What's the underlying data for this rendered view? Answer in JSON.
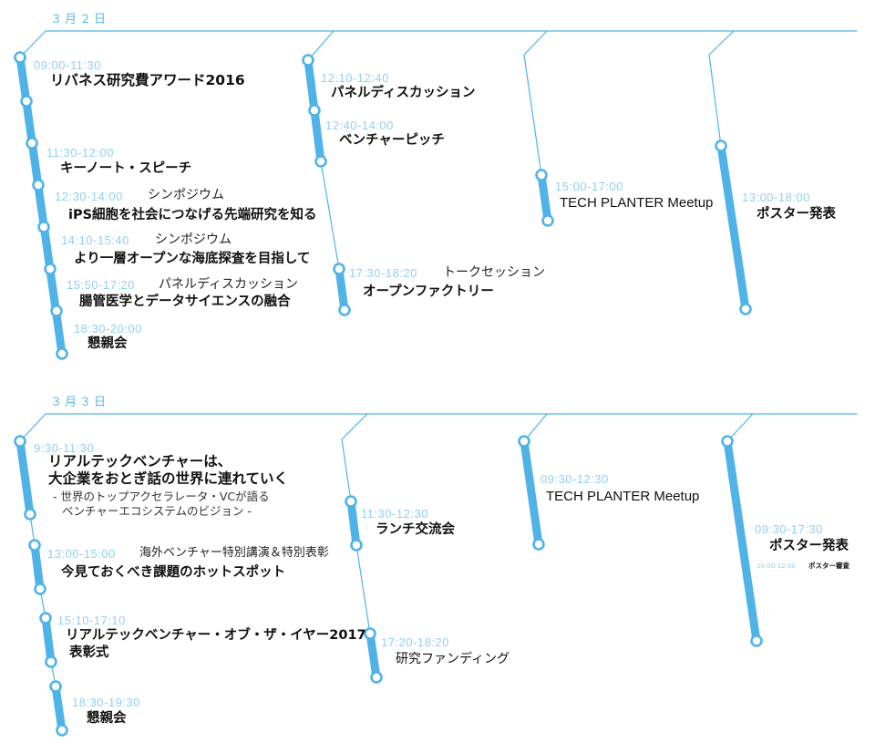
{
  "accent_color": "#4fb3e8",
  "days": [
    {
      "label": "３月２日",
      "events": [
        {
          "time": "09:00-11:30",
          "title": "リバネス研究費アワード2016"
        },
        {
          "time": "11:30-12:00",
          "title": "キーノート・スピーチ"
        },
        {
          "time": "12:30-14:00",
          "category": "シンポジウム",
          "title": "iPS細胞を社会につなげる先端研究を知る"
        },
        {
          "time": "14:10-15:40",
          "category": "シンポジウム",
          "title": "より一層オープンな海底探査を目指して"
        },
        {
          "time": "15:50-17:20",
          "category": "パネルディスカッション",
          "title": "腸管医学とデータサイエンスの融合"
        },
        {
          "time": "18:30-20:00",
          "title": "懇親会"
        },
        {
          "time": "12:10-12:40",
          "title": "パネルディスカッション"
        },
        {
          "time": "12:40-14:00",
          "title": "ベンチャーピッチ"
        },
        {
          "time": "17:30-18:20",
          "category": "トークセッション",
          "title": "オープンファクトリー"
        },
        {
          "time": "15:00-17:00",
          "title": "TECH PLANTER Meetup"
        },
        {
          "time": "13:00-18:00",
          "title": "ポスター発表"
        }
      ]
    },
    {
      "label": "３月３日",
      "events": [
        {
          "time": "9:30-11:30",
          "title_line1": "リアルテックベンチャーは、",
          "title_line2": "大企業をおとぎ話の世界に連れていく",
          "sub_line1": "- 世界のトップアクセラレータ・VCが語る",
          "sub_line2": "ベンチャーエコシステムのビジョン -"
        },
        {
          "time": "13:00-15:00",
          "category": "海外ベンチャー特別講演＆特別表彰",
          "title": "今見ておくべき課題のホットスポット"
        },
        {
          "time": "15:10-17:10",
          "title_line1": "リアルテックベンチャー・オブ・ザ・イヤー2017",
          "title_line2": "表彰式"
        },
        {
          "time": "18:30-19:30",
          "title": "懇親会"
        },
        {
          "time": "11:30-12:30",
          "title": "ランチ交流会"
        },
        {
          "time": "17:20-18:20",
          "title": "研究ファンディング"
        },
        {
          "time": "09:30-12:30",
          "title": "TECH PLANTER Meetup"
        },
        {
          "time": "09:30-17:30",
          "title": "ポスター発表",
          "sub_time": "10:00-12:00",
          "sub_title": "ポスター審査"
        }
      ]
    }
  ]
}
